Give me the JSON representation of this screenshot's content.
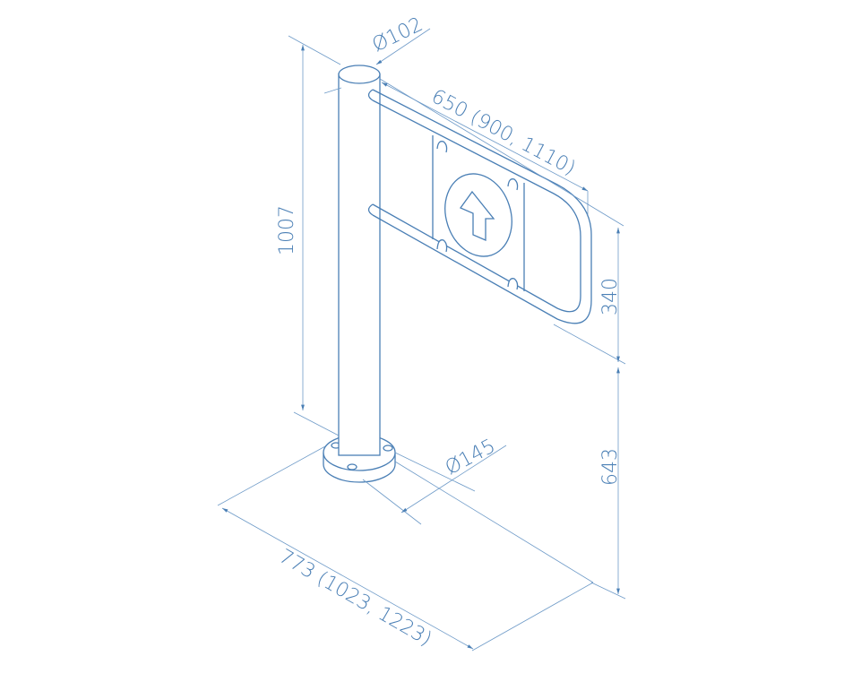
{
  "drawing": {
    "title": "Turnstile swing gate dimension drawing",
    "line_color": "#4a7fb5",
    "dimensions": {
      "pole_diameter": "Ø102",
      "gate_length": "650 (900, 1110)",
      "pole_height": "1007",
      "gate_height": "340",
      "gate_bottom_height": "643",
      "base_diameter": "Ø145",
      "total_length": "773 (1023, 1223)"
    }
  }
}
